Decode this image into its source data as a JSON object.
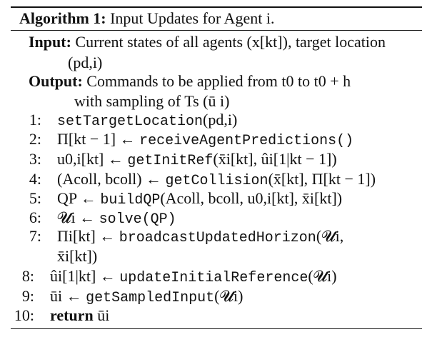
{
  "title": {
    "label": "Algorithm 1:",
    "text": "Input Updates for Agent i."
  },
  "input": {
    "label": "Input:",
    "line1": "Current states of all agents (x[kt]), target location",
    "line2": "(pd,i)"
  },
  "output": {
    "label": "Output:",
    "line1": "Commands to be applied from t0 to t0 + h",
    "line2": "with sampling of Ts (ū i)"
  },
  "steps": [
    {
      "n": "1:",
      "lhs": "",
      "fn": "setTargetLocation",
      "args": "(pd,i)"
    },
    {
      "n": "2:",
      "lhs": "Π[kt − 1] ←",
      "fn": "receiveAgentPredictions()",
      "args": ""
    },
    {
      "n": "3:",
      "lhs": "u0,i[kt] ←",
      "fn": "getInitRef",
      "args": "(x̄i[kt], ûi[1|kt − 1])"
    },
    {
      "n": "4:",
      "lhs": "(Acoll, bcoll) ←",
      "fn": "getCollision",
      "args": "(x̄[kt], Π[kt − 1])"
    },
    {
      "n": "5:",
      "lhs": "QP ←",
      "fn": "buildQP",
      "args": "(Acoll, bcoll, u0,i[kt], x̄i[kt])"
    },
    {
      "n": "6:",
      "lhs": "𝓤i ←",
      "fn": "solve(QP)",
      "args": ""
    },
    {
      "n": "7:",
      "lhs": "Πi[kt] ←",
      "fn": "broadcastUpdatedHorizon",
      "args": "(𝓤i,",
      "cont": "x̄i[kt])"
    },
    {
      "n": "8:",
      "lhs": "ûi[1|kt] ←",
      "fn": "updateInitialReference",
      "args": "(𝓤i)"
    },
    {
      "n": "9:",
      "lhs": "ūi ←",
      "fn": "getSampledInput",
      "args": "(𝓤i)"
    },
    {
      "n": "10:",
      "lhs": "return",
      "fn": "",
      "args": "ūi"
    }
  ]
}
